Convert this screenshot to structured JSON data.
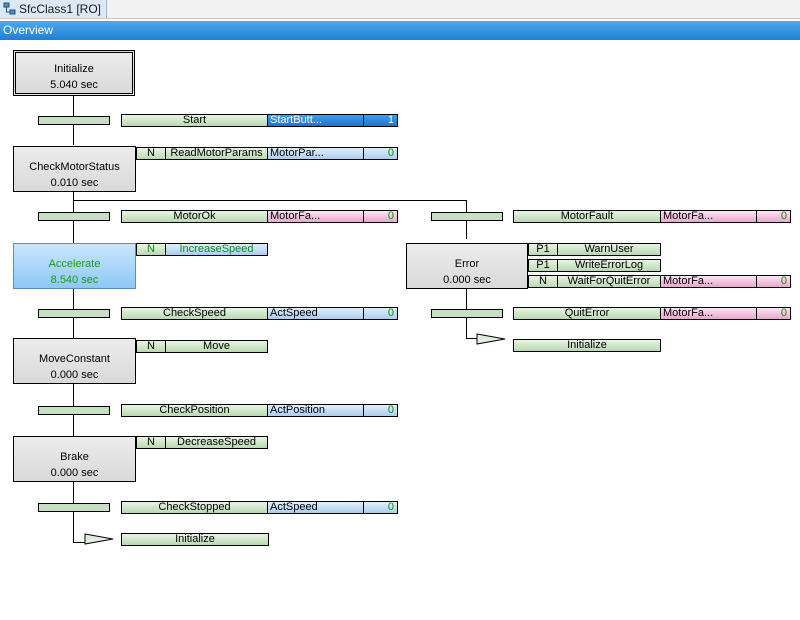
{
  "tab": {
    "title": "SfcClass1 [RO]"
  },
  "header": {
    "title": "Overview"
  },
  "steps": {
    "initialize": {
      "name": "Initialize",
      "time": "5.040 sec"
    },
    "check_motor_status": {
      "name": "CheckMotorStatus",
      "time": "0.010 sec"
    },
    "accelerate": {
      "name": "Accelerate",
      "time": "8.540 sec"
    },
    "error": {
      "name": "Error",
      "time": "0.000 sec"
    },
    "move_constant": {
      "name": "MoveConstant",
      "time": "0.000 sec"
    },
    "brake": {
      "name": "Brake",
      "time": "0.000 sec"
    }
  },
  "transitions": {
    "start": {
      "name": "Start",
      "var": "StartButt...",
      "value": "1"
    },
    "motor_ok": {
      "name": "MotorOk",
      "var": "MotorFa...",
      "value": "0"
    },
    "motor_fault": {
      "name": "MotorFault",
      "var": "MotorFa...",
      "value": "0"
    },
    "check_speed": {
      "name": "CheckSpeed",
      "var": "ActSpeed",
      "value": "0"
    },
    "quit_error": {
      "name": "QuitError",
      "var": "MotorFa...",
      "value": "0"
    },
    "check_position": {
      "name": "CheckPosition",
      "var": "ActPosition",
      "value": "0"
    },
    "check_stopped": {
      "name": "CheckStopped",
      "var": "ActSpeed",
      "value": "0"
    }
  },
  "actions": {
    "read_motor_params": {
      "qualifier": "N",
      "name": "ReadMotorParams",
      "var": "MotorPar...",
      "value": "0"
    },
    "increase_speed": {
      "qualifier": "N",
      "name": "IncreaseSpeed"
    },
    "warn_user": {
      "qualifier": "P1",
      "name": "WarnUser"
    },
    "write_error_log": {
      "qualifier": "P1",
      "name": "WriteErrorLog"
    },
    "wait_for_quit_error": {
      "qualifier": "N",
      "name": "WaitForQuitError",
      "var": "MotorFa...",
      "value": "0"
    },
    "move": {
      "qualifier": "N",
      "name": "Move"
    },
    "decrease_speed": {
      "qualifier": "N",
      "name": "DecreaseSpeed"
    }
  },
  "jumps": {
    "error_to_initialize": "Initialize",
    "brake_to_initialize": "Initialize"
  },
  "colors": {
    "active_step": "#8ec8f4",
    "transition": "#c7e0c4",
    "variable": "#a9cdee",
    "fault_variable": "#eaa6cf",
    "header": "#1f7fd4"
  }
}
